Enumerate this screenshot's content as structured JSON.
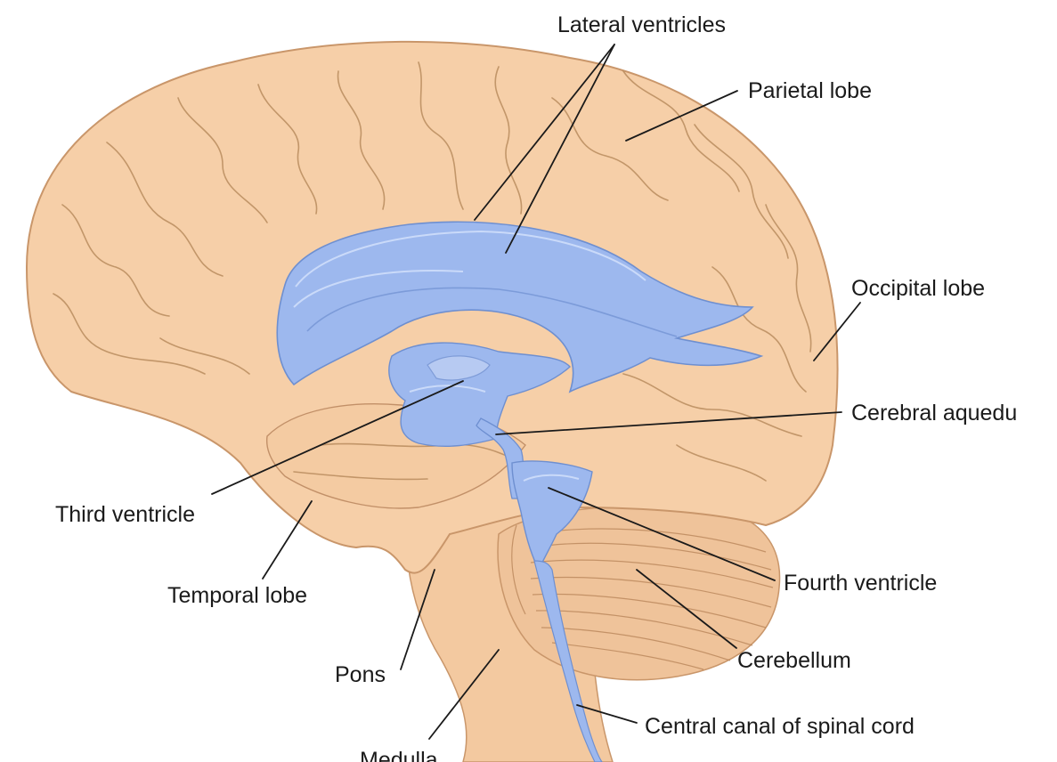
{
  "diagram": {
    "colors": {
      "cerebrum": "#f6cfa8",
      "cerebrum_outline": "#c9966a",
      "sulcus": "#b98c5e",
      "brainstem": "#f3c9a0",
      "cerebellum": "#efc39a",
      "ventricles": "#9db8ee",
      "ventricle_outline": "#6e8fd0",
      "leader_lines": "#1a1a1a"
    },
    "labels": {
      "lateral_ventricles": "Lateral ventricles",
      "parietal_lobe": "Parietal lobe",
      "occipital_lobe": "Occipital lobe",
      "cerebral_aqueduct": "Cerebral aquedu",
      "third_ventricle": "Third ventricle",
      "temporal_lobe": "Temporal lobe",
      "fourth_ventricle": "Fourth ventricle",
      "cerebellum": "Cerebellum",
      "pons": "Pons",
      "central_canal": "Central canal of spinal cord",
      "medulla": "Medulla"
    }
  }
}
